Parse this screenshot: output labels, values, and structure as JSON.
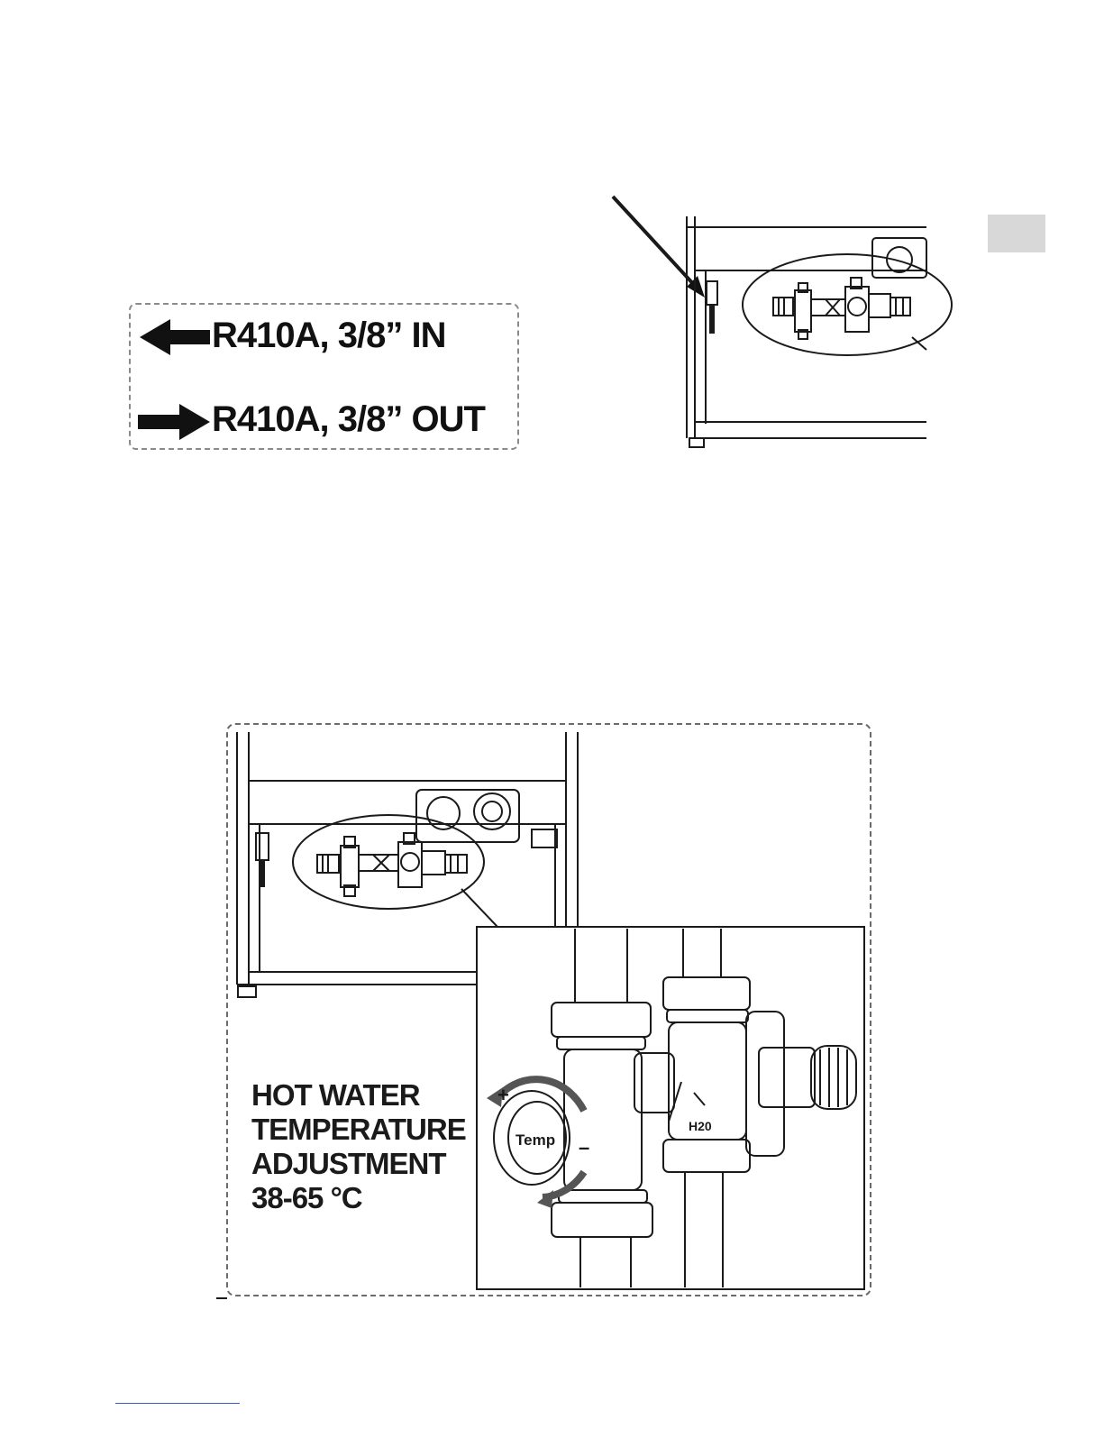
{
  "refrigerant": {
    "in_label": "R410A, 3/8” IN",
    "out_label": "R410A, 3/8” OUT"
  },
  "hot_water": {
    "line1": "HOT WATER",
    "line2": "TEMPERATURE",
    "line3": "ADJUSTMENT",
    "line4": "38-65 °C"
  },
  "valve_callout": {
    "dial_label": "Temp",
    "plus_sign": "+",
    "minus_sign": "–",
    "body_marking": "H20"
  },
  "colors": {
    "line": "#1a1a1a",
    "dashed_frame": "#6b6b6b",
    "side_tab": "#d8d8d8",
    "footer_link": "#3b5bc7"
  }
}
